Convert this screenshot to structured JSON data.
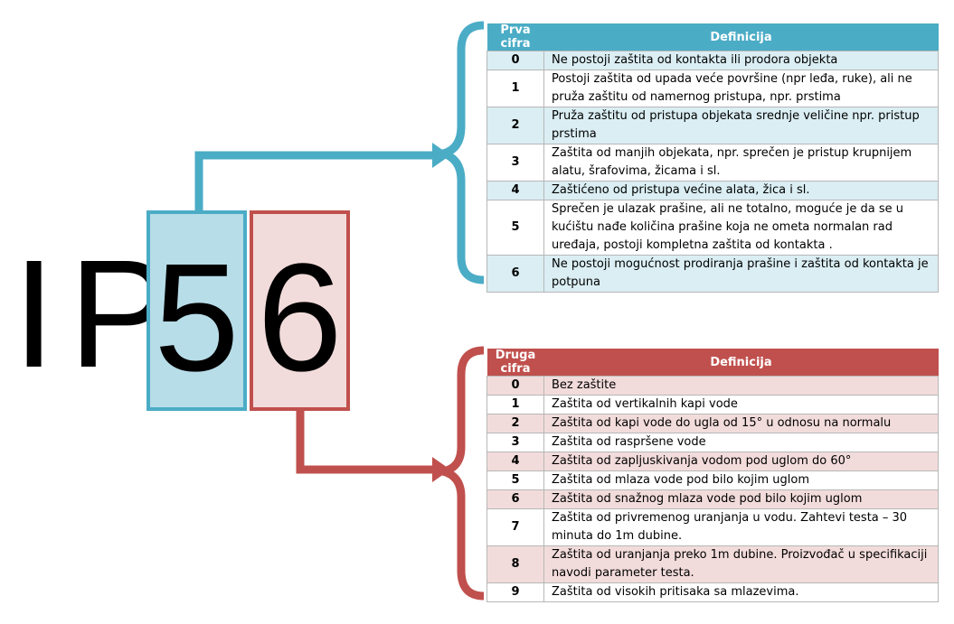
{
  "code": {
    "letter1": "I",
    "letter2": "P",
    "digit1": "5",
    "digit2": "6"
  },
  "colors": {
    "first": "#4bacc6",
    "first_fill": "#b7dde8",
    "second": "#c0504d",
    "second_fill": "#f2dcdb"
  },
  "first_table": {
    "col1": "Prva cifra",
    "col2": "Definicija",
    "rows": [
      {
        "num": "0",
        "text": "Ne postoji  zaštita od kontakta  ili prodora objekta"
      },
      {
        "num": "1",
        "text": "Postoji zaštita od upada veće površine (npr leđa, ruke), ali ne pruža zaštitu od namernog pristupa, npr. prstima"
      },
      {
        "num": "2",
        "text": "Pruža zaštitu od pristupa objekata srednje veličine  npr. pristup prstima"
      },
      {
        "num": "3",
        "text": "Zaštita od manjih objekata, npr. sprečen je pristup krupnijem alatu, šrafovima, žicama i sl."
      },
      {
        "num": "4",
        "text": "Zaštićeno od pristupa većine alata, žica i sl."
      },
      {
        "num": "5",
        "text": "Sprečen je ulazak prašine, ali ne totalno, moguće je da se u kućištu nađe količina prašine koja ne ometa normalan rad uređaja, postoji kompletna zaštita od kontakta ."
      },
      {
        "num": "6",
        "text": "Ne postoji  mogućnost prodiranja prašine i zaštita od kontakta je potpuna"
      }
    ]
  },
  "second_table": {
    "col1": "Druga cifra",
    "col2": "Definicija",
    "rows": [
      {
        "num": "0",
        "text": "Bez zaštite"
      },
      {
        "num": "1",
        "text": "Zaštita od vertikalnih kapi vode"
      },
      {
        "num": "2",
        "text": "Zaštita od  kapi vode do ugla od 15° u odnosu na normalu"
      },
      {
        "num": "3",
        "text": "Zaštita od raspršene vode"
      },
      {
        "num": "4",
        "text": "Zaštita od  zapljuskivanja vodom pod uglom do 60°"
      },
      {
        "num": "5",
        "text": "Zaštita od  mlaza  vode pod bilo kojim uglom"
      },
      {
        "num": "6",
        "text": "Zaštita od  snažnog mlaza vode pod bilo kojim uglom"
      },
      {
        "num": "7",
        "text": "Zaštita od privremenog uranjanja u vodu. Zahtevi testa – 30 minuta do 1m dubine."
      },
      {
        "num": "8",
        "text": "Zaštita od uranjanja preko 1m dubine. Proizvođač u specifikaciji navodi parameter testa."
      },
      {
        "num": "9",
        "text": "Zaštita od visokih pritisaka sa mlazevima."
      }
    ]
  }
}
